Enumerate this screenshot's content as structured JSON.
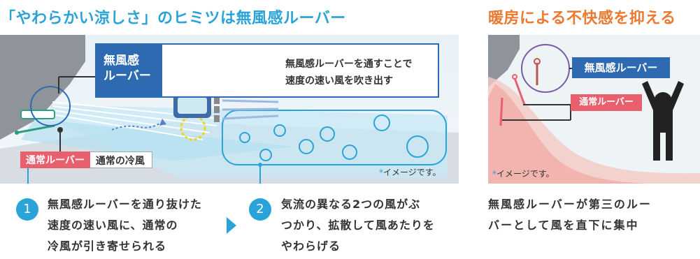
{
  "titles": {
    "left": "「やわらかい涼しさ」のヒミツは無風感ルーバー",
    "right": "暖房による不快感を抑える"
  },
  "left_panel": {
    "louver_label_line1": "無風感",
    "louver_label_line2": "ルーバー",
    "louver_desc_line1": "無風感ルーバーを通すことで",
    "louver_desc_line2": "速度の速い風を吹き出す",
    "normal_louver_tag": "通常ルーバー",
    "normal_wind_text": "通常の冷風",
    "image_note": "イメージです。",
    "note_mark": "*"
  },
  "steps": [
    {
      "number": "1",
      "lines": [
        "無風感ルーバーを通り抜けた",
        "速度の速い風に、通常の",
        "冷風が引き寄せられる"
      ]
    },
    {
      "number": "2",
      "lines": [
        "気流の異なる2つの風がぶ",
        "つかり、拡散して風あたりを",
        "やわらげる"
      ]
    }
  ],
  "right_panel": {
    "muufu_label": "無風感ルーバー",
    "normal_label": "通常ルーバー",
    "image_note": "イメージです。",
    "note_mark": "*",
    "caption_line1": "無風感ルーバーが第三のルー",
    "caption_line2": "バーとして風を直下に集中"
  },
  "colors": {
    "title_blue": "#2aa3d8",
    "title_orange": "#ea7a2f",
    "navy": "#2e6ab1",
    "pink": "#e8606e",
    "green": "#2aa07a"
  }
}
